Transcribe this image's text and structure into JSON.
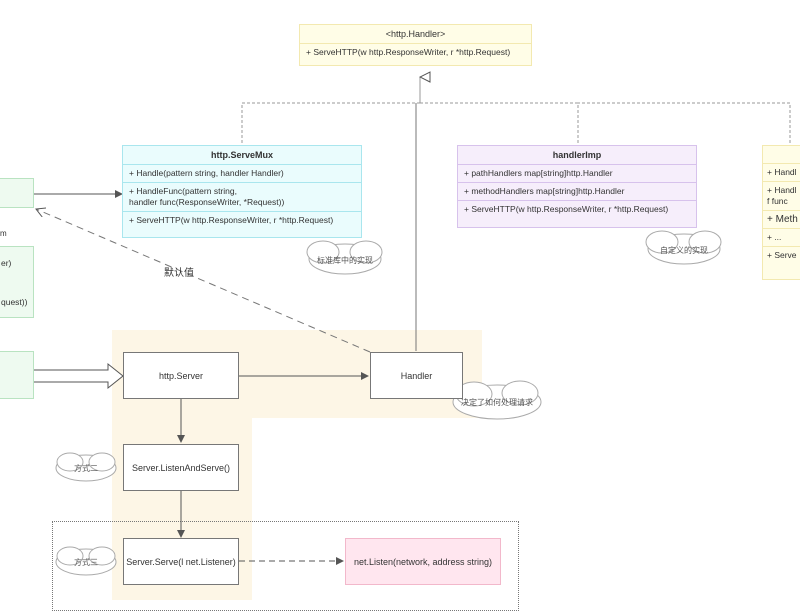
{
  "handler_iface": {
    "title": "<http.Handler>",
    "method": "+ ServeHTTP(w http.ResponseWriter, r *http.Request)"
  },
  "servemux": {
    "title": "http.ServeMux",
    "rows": [
      "+ Handle(pattern string, handler Handler)",
      "+ HandleFunc(pattern string,\n  handler func(ResponseWriter, *Request))",
      "+ ServeHTTP(w http.ResponseWriter, r *http.Request)"
    ]
  },
  "handlerimp": {
    "title": "handlerImp",
    "rows": [
      "+ pathHandlers   map[string]http.Handler",
      "+ methodHandlers map[string]http.Handler",
      "+ ServeHTTP(w http.ResponseWriter, r *http.Request)"
    ]
  },
  "right_partial": {
    "rows": [
      "+ Handl",
      "+ Handl\n  f func",
      "+ Meth",
      "+ ...",
      "+ Serve"
    ]
  },
  "left_partial": {
    "texts": [
      "m",
      "er)",
      "quest))"
    ]
  },
  "nodes": {
    "http_server": "http.Server",
    "handler": "Handler",
    "listen_and_serve": "Server.ListenAndServe()",
    "serve": "Server.Serve(l net.Listener)",
    "net_listen": "net.Listen(network, address string)"
  },
  "labels": {
    "default_value": "默认值"
  },
  "clouds": {
    "stdlib_impl": "标准库中的实现",
    "custom_impl": "自定义的实现",
    "decides": "决定了如何处理请求",
    "way_two": "方式二",
    "way_three": "方式三"
  }
}
